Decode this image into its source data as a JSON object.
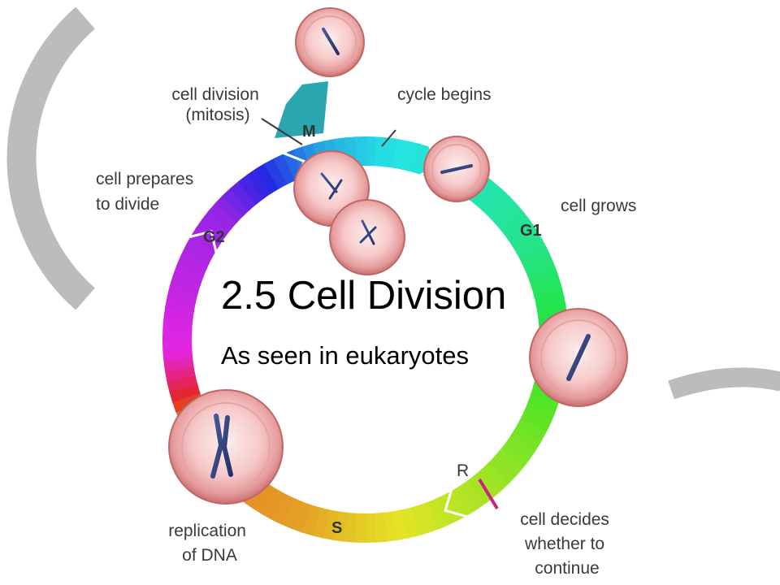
{
  "slide": {
    "title": "2.5 Cell Division",
    "subtitle": "As seen in eukaryotes"
  },
  "diagram": {
    "labels": {
      "cell_division": [
        "cell division",
        "(mitosis)"
      ],
      "cycle_begins": [
        "cycle begins"
      ],
      "cell_prepares": [
        "cell prepares",
        "to divide"
      ],
      "cell_grows": [
        "cell grows"
      ],
      "replication": [
        "replication",
        "of DNA"
      ],
      "cell_decides": [
        "cell decides",
        "whether to",
        "continue"
      ]
    },
    "phases": {
      "m": "M",
      "g1": "G1",
      "g2": "G2",
      "s": "S",
      "r": "R"
    }
  }
}
